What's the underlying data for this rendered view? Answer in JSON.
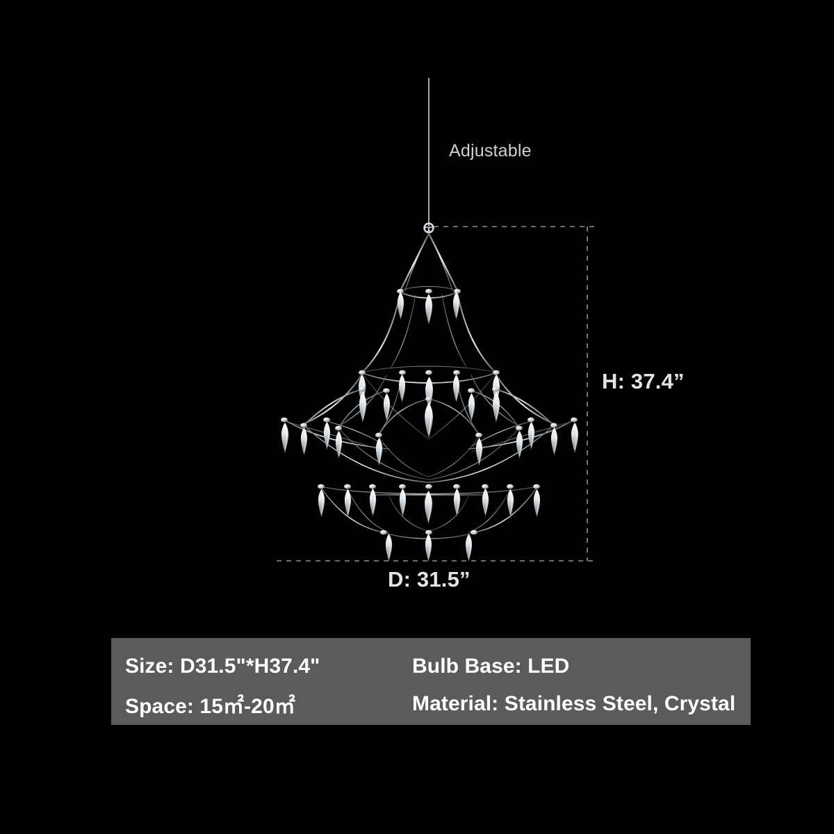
{
  "product": {
    "type": "crystal-chandelier",
    "silhouette": "tiered pagoda / umbrella frame with hanging crystal drops"
  },
  "annotations": {
    "adjustable_label": "Adjustable",
    "height_label": "H: 37.4”",
    "diameter_label": "D: 31.5”"
  },
  "spec_panel": {
    "rows": [
      {
        "left": "Size: D31.5\"*H37.4\"",
        "right": "Bulb Base: LED"
      },
      {
        "left": "Space: 15㎡-20㎡",
        "right": "Material: Stainless Steel, Crystal"
      }
    ]
  },
  "colors": {
    "background": "#010101",
    "panel_background": "#5b5b5b",
    "panel_text": "#ffffff",
    "annotation_text": "#e4e4e4",
    "metal": "#d9dde0",
    "guide_line": "#8d8d8d"
  },
  "chart_data": {
    "type": "scatter",
    "title": "Chandelier dimension callout",
    "xlabel": "",
    "ylabel": "",
    "categories": [
      "Diameter",
      "Height"
    ],
    "values": [
      31.5,
      37.4
    ],
    "units": "inches",
    "annotations": [
      "Adjustable",
      "D: 31.5”",
      "H: 37.4”"
    ]
  }
}
